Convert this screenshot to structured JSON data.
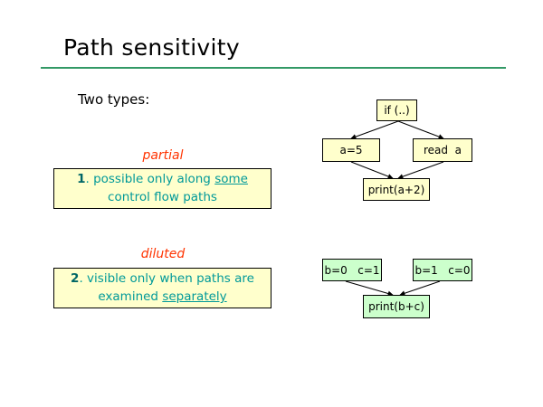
{
  "slide": {
    "title": "Path sensitivity",
    "subtitle": "Two types:"
  },
  "types": [
    {
      "category": "partial",
      "number": "1",
      "text_before": "possible only along ",
      "underlined": "some",
      "text_after": "control flow paths"
    },
    {
      "category": "diluted",
      "number": "2",
      "text_before": "visible only when paths are examined ",
      "underlined": "separately",
      "text_after": ""
    }
  ],
  "diagram1": {
    "condition": "if (..)",
    "left_branch": "a=5",
    "right_branch": "read  a",
    "merge": "print(a+2)"
  },
  "diagram2": {
    "left_branch": "b=0   c=1",
    "right_branch": "b=1   c=0",
    "merge": "print(b+c)"
  },
  "colors": {
    "rule": "#339966",
    "category_text": "#ff3300",
    "note_text": "#009999",
    "note_fill": "#ffffcc",
    "box_green": "#ccffcc"
  }
}
